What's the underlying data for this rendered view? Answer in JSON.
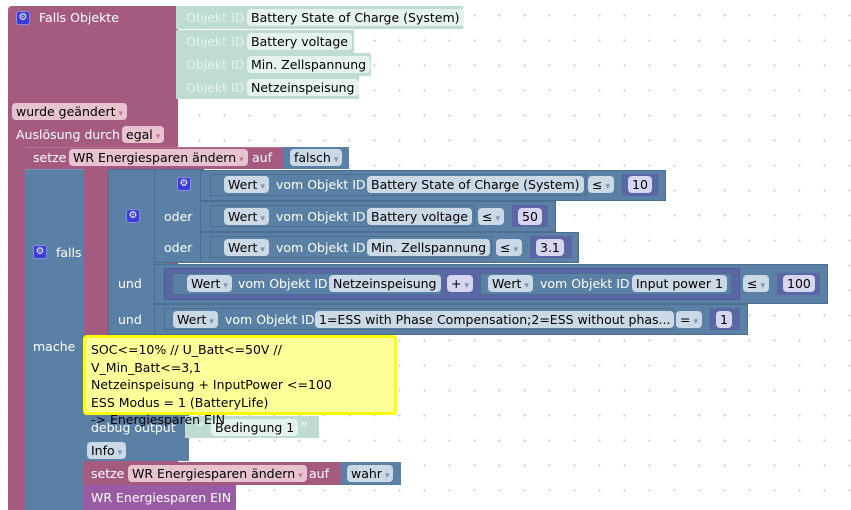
{
  "trigger": {
    "label": "Falls Objekte",
    "object_prefix": "Objekt ID",
    "objects": [
      "Battery State of Charge (System)",
      "Battery voltage",
      "Min. Zellspannung",
      "Netzeinspeisung"
    ],
    "change_mode": "wurde geändert",
    "trigger_by_label": "Auslösung durch",
    "trigger_by_value": "egal"
  },
  "set1": {
    "label": "setze",
    "variable": "WR Energiesparen ändern",
    "to_label": "auf",
    "value": "falsch"
  },
  "if_block": {
    "label": "falls",
    "do_label": "mache",
    "conditions": [
      {
        "joiner": "",
        "value_mode": "Wert",
        "from_label": "vom Objekt ID",
        "object": "Battery State of Charge (System)",
        "op": "≤",
        "num": "10"
      },
      {
        "joiner": "oder",
        "value_mode": "Wert",
        "from_label": "vom Objekt ID",
        "object": "Battery voltage",
        "op": "≤",
        "num": "50"
      },
      {
        "joiner": "oder",
        "value_mode": "Wert",
        "from_label": "vom Objekt ID",
        "object": "Min. Zellspannung",
        "op": "≤",
        "num": "3.1"
      }
    ],
    "sum_condition": {
      "joiner": "und",
      "left": {
        "value_mode": "Wert",
        "from_label": "vom Objekt ID",
        "object": "Netzeinspeisung"
      },
      "arith_op": "+",
      "right": {
        "value_mode": "Wert",
        "from_label": "vom Objekt ID",
        "object": "Input power 1"
      },
      "op": "≤",
      "num": "100"
    },
    "mode_condition": {
      "joiner": "und",
      "value_mode": "Wert",
      "from_label": "vom Objekt ID",
      "object": "1=ESS with Phase Compensation;2=ESS without phas...",
      "op": "=",
      "num": "1"
    }
  },
  "comment": {
    "lines": [
      "SOC<=10% // U_Batt<=50V // V_Min_Batt<=3,1",
      "Netzeinspeisung + InputPower <=100",
      "ESS Modus = 1 (BatteryLife)",
      "-> Energiesparen EIN"
    ]
  },
  "debug": {
    "label": "debug output",
    "open_quote": "“",
    "text": "Bedingung 1",
    "close_quote": "”",
    "level": "Info"
  },
  "set2": {
    "label": "setze",
    "variable": "WR Energiesparen ändern",
    "to_label": "auf",
    "value": "wahr"
  },
  "call": {
    "label": "WR Energiesparen EIN"
  },
  "icons": {
    "gear": "⚙",
    "dropdown": "▾"
  },
  "colors": {
    "trigger": "#a55b80",
    "logic": "#5b80a5",
    "object": "#bfdcd4",
    "math": "#5b67a5",
    "procedure": "#9a5ba5",
    "comment_bg": "#ffff99",
    "comment_border": "#ffff00"
  }
}
